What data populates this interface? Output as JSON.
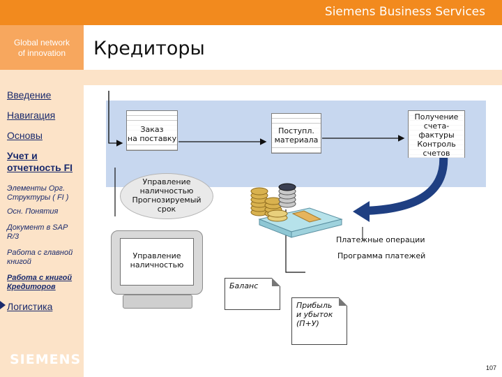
{
  "header": {
    "brand": "Siemens Business Services"
  },
  "left_panel": {
    "tagline_line1": "Global network",
    "tagline_line2": "of innovation",
    "logo_text": "SIEMENS"
  },
  "page": {
    "title": "Кредиторы",
    "page_number": "107"
  },
  "sidebar": {
    "items": [
      {
        "label": "Введение"
      },
      {
        "label": "Навигация"
      },
      {
        "label": "Основы"
      },
      {
        "label_line1": "Учет и",
        "label_line2": "отчетность FI"
      },
      {
        "label_line1": "Элементы Орг.",
        "label_line2": "Структуры ( FI )"
      },
      {
        "label": "Осн. Понятия"
      },
      {
        "label_line1": "Документ в SAP",
        "label_line2": "R/3"
      },
      {
        "label_line1": "Работа с главной",
        "label_line2": "книгой"
      },
      {
        "label_line1": "Работа с книгой",
        "label_line2": "Кредиторов"
      },
      {
        "label": "Логистика"
      }
    ]
  },
  "diagram": {
    "order_doc": {
      "line1": "Заказ",
      "line2": "на поставку"
    },
    "receipt_doc": {
      "line1": "Поступл.",
      "line2": "материала"
    },
    "invoice_doc": {
      "line1": "Получение",
      "line2": "счета-",
      "line3": "фактуры",
      "line4": "Контроль",
      "line5": "счетов"
    },
    "cash_cloud": {
      "line1": "Управление",
      "line2": "наличностью",
      "line3": "Прогнозируемый",
      "line4": "срок"
    },
    "monitor_screen": {
      "line1": "Управление",
      "line2": "наличностью"
    },
    "payment_ops": "Платежные операции",
    "payment_program": "Программа платежей",
    "balance_note": "Баланс",
    "pnl_note": {
      "line1": "Прибыль",
      "line2": "и убыток",
      "line3": "(П+У)"
    }
  },
  "colors": {
    "brand_orange": "#f28a1e",
    "left_panel": "#fce3c8",
    "process_band": "#c7d7ef",
    "nav_text": "#1a2a6c",
    "arrow_blue": "#1f3f82"
  }
}
